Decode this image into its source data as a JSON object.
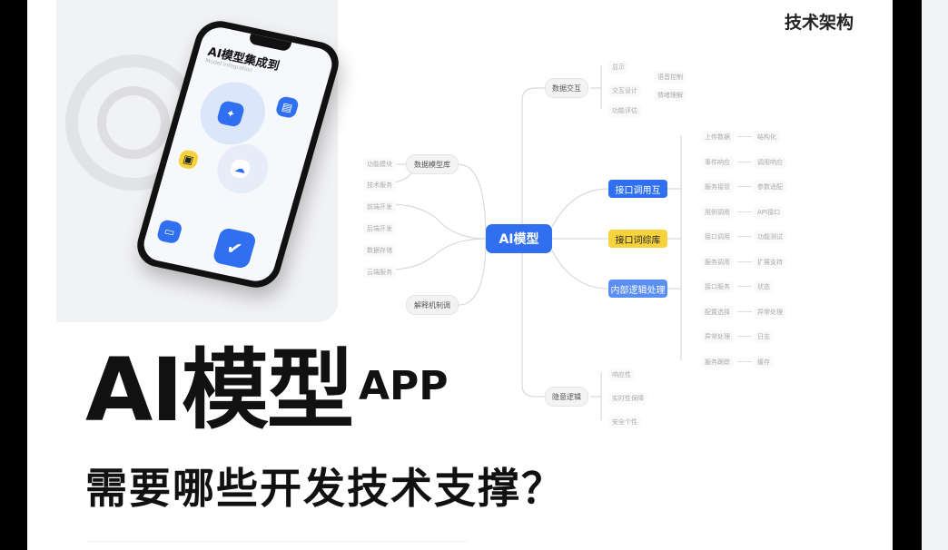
{
  "corner_label": "技术架构",
  "title": {
    "main": "AI模型",
    "suffix": "APP",
    "subtitle": "需要哪些开发技术支撑？"
  },
  "phone": {
    "screen_title": "AI模型集成到",
    "screen_subtitle": "Model integration",
    "icons": [
      "chat-icon",
      "document-icon",
      "folder-icon",
      "cloud-icon",
      "card-icon",
      "check-icon"
    ]
  },
  "mindmap": {
    "center": "AI模型",
    "top": {
      "label": "数据交互",
      "leaves": [
        "显示",
        "交互设计",
        "功能评估"
      ],
      "sub_leaves": [
        "语音控制",
        "情绪理解"
      ]
    },
    "left_top": {
      "label": "数据模型库",
      "leaves": [
        "功能模块",
        "技术服务"
      ]
    },
    "left_mid_leaves": [
      "前端开发",
      "后端开发",
      "数据存储",
      "云端服务"
    ],
    "left_bottom": {
      "label": "解释机制调"
    },
    "bottom": {
      "label": "隐意逻辑",
      "leaves": [
        "响应性",
        "实时性保障",
        "安全个性"
      ]
    },
    "right": [
      {
        "label": "接口调用互",
        "color": "#2f6ff0"
      },
      {
        "label": "接口词综库",
        "color": "#f6d23d"
      },
      {
        "label": "内部逻辑处理",
        "color": "#5a8ef2"
      }
    ],
    "right_leaves": [
      [
        "上传数据",
        "结构化"
      ],
      [
        "事件响应",
        "调用响应"
      ],
      [
        "服务接管",
        "参数适配"
      ],
      [
        "用例调用",
        "API接口"
      ],
      [
        "接口调用",
        "功能测试"
      ],
      [
        "服务调用",
        "扩展支持"
      ],
      [
        "接口服务",
        "状态"
      ],
      [
        "配置选择",
        "异常处理"
      ],
      [
        "异常处理",
        "日志"
      ],
      [
        "服务跟踪",
        "缓存"
      ]
    ]
  },
  "colors": {
    "accent": "#2f6ff0",
    "highlight": "#f6d23d"
  }
}
